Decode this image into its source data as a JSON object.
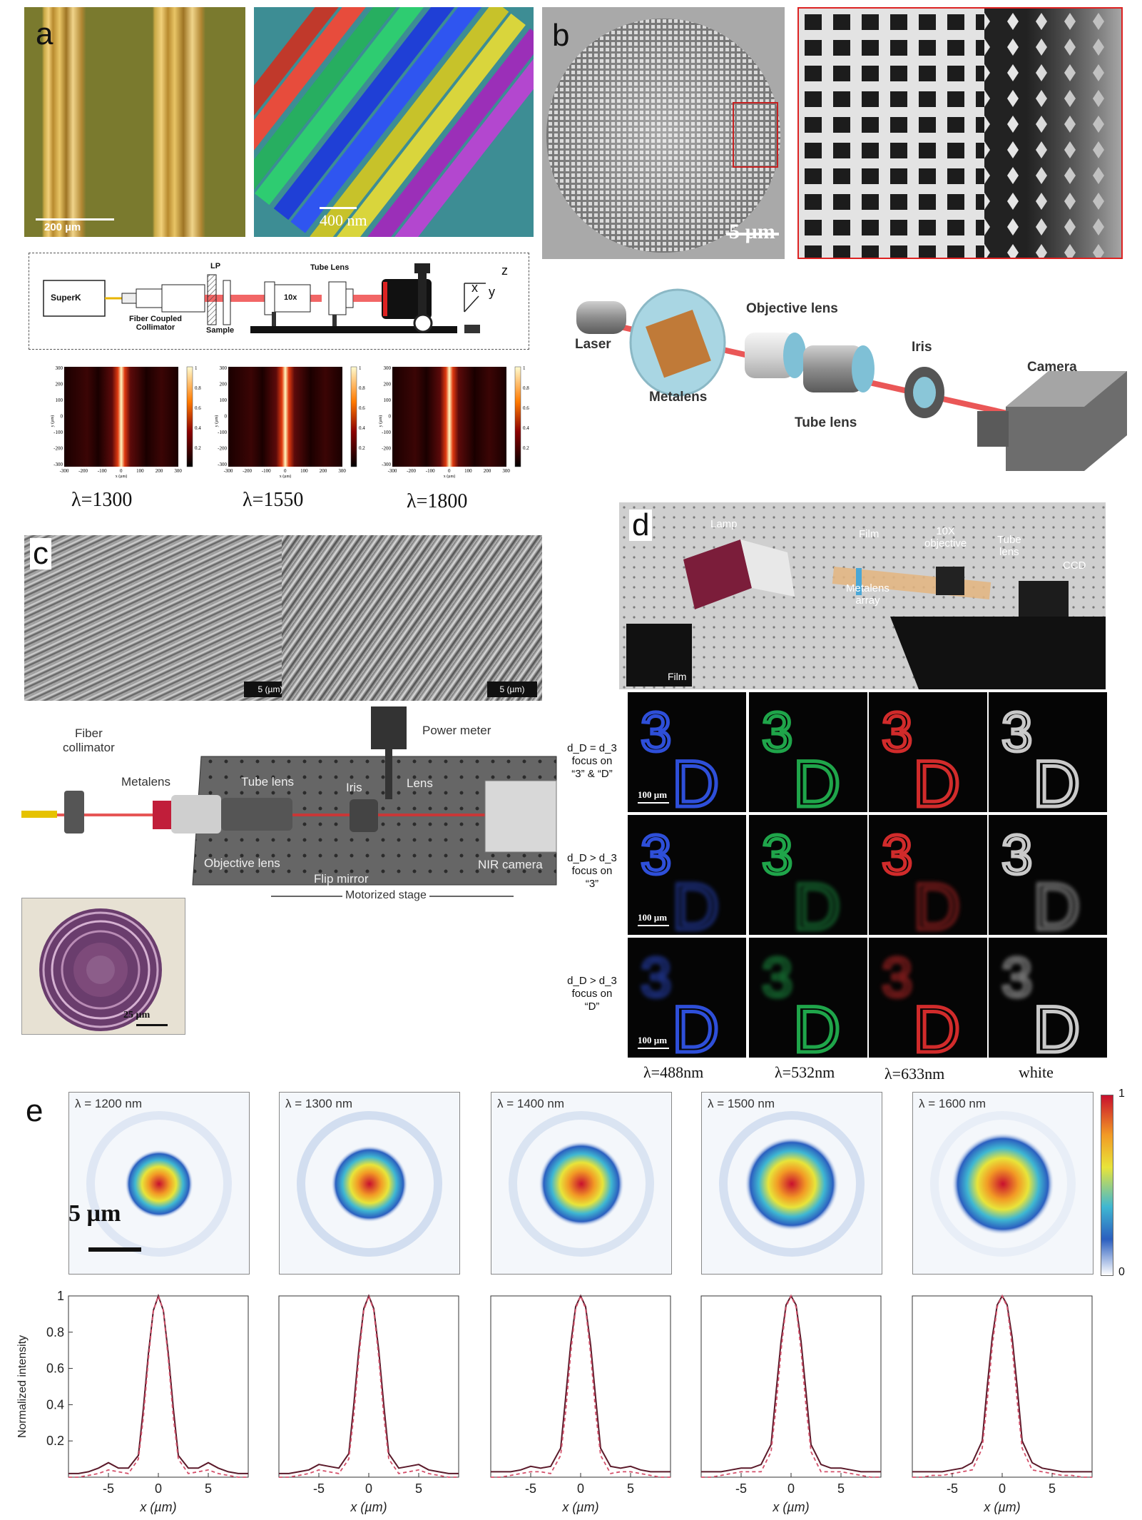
{
  "panels": {
    "a": {
      "letter": "a",
      "scale_left": "200 µm",
      "scale_right": "400 nm",
      "setup": {
        "source": "SuperK",
        "collimator": "Fiber Coupled\nCollimator",
        "lp": "LP",
        "sample": "Sample",
        "objective": "10x",
        "tube_lens": "Tube Lens",
        "axis_x": "x",
        "axis_y": "y",
        "axis_z": "z"
      },
      "maps": [
        {
          "lambda": "λ=1300"
        },
        {
          "lambda": "λ=1550"
        },
        {
          "lambda": "λ=1800"
        }
      ],
      "map_y_ticks": [
        "300",
        "200",
        "100",
        "0",
        "-100",
        "-200",
        "-300"
      ],
      "map_x_ticks": [
        "-300",
        "-200",
        "-100",
        "0",
        "100",
        "200",
        "300"
      ],
      "map_xlabel": "x (µm)",
      "map_ylabel": "y (µm)",
      "cbar_ticks": [
        "1",
        "0.8",
        "0.6",
        "0.4",
        "0.2"
      ]
    },
    "b": {
      "letter": "b",
      "scale": "5 µm",
      "setup": {
        "laser": "Laser",
        "metalens": "Metalens",
        "objective": "Objective lens",
        "tube_lens": "Tube lens",
        "iris": "Iris",
        "camera": "Camera"
      }
    },
    "c": {
      "letter": "c",
      "scale_left": "5 (µm)",
      "scale_right": "5 (µm)",
      "setup": {
        "fiber": "Fiber\ncollimator",
        "metalens": "Metalens",
        "tube_lens": "Tube lens",
        "iris": "Iris",
        "lens": "Lens",
        "power_meter": "Power meter",
        "objective": "Objective lens",
        "flip_mirror": "Flip mirror",
        "nir_camera": "NIR camera",
        "stage": "Motorized stage"
      },
      "inset_scale": "25 µm"
    },
    "d": {
      "letter": "d",
      "setup": {
        "lamp": "Lamp",
        "film": "Film",
        "objective": "10X\nobjective",
        "tube_lens": "Tube\nlens",
        "ccd": "CCD",
        "array": "Metalens\narray",
        "film_inset": "Film"
      },
      "row_labels": [
        "d_D = d_3\nfocus on\n“3” & “D”",
        "d_D > d_3\nfocus on\n“3”",
        "d_D > d_3\nfocus on\n“D”"
      ],
      "scale": "100 µm",
      "columns": [
        "λ=488nm",
        "λ=532nm",
        "λ=633nm",
        "white"
      ]
    },
    "e": {
      "letter": "e",
      "scale": "5 µm",
      "spots": [
        "λ = 1200 nm",
        "λ = 1300 nm",
        "λ = 1400 nm",
        "λ = 1500 nm",
        "λ = 1600 nm"
      ],
      "cbar_max": "1",
      "cbar_min": "0"
    }
  },
  "chart_data": {
    "type": "line",
    "xlabel": "x (µm)",
    "ylabel": "Normalized intensity",
    "xlim": [
      -9,
      9
    ],
    "ylim": [
      0,
      1
    ],
    "x_ticks": [
      "-5",
      "0",
      "5"
    ],
    "y_ticks": [
      "1",
      "0.8",
      "0.6",
      "0.4",
      "0.2"
    ],
    "x": [
      -9,
      -8,
      -7,
      -6,
      -5,
      -4,
      -3,
      -2,
      -1.5,
      -1,
      -0.5,
      0,
      0.5,
      1,
      1.5,
      2,
      3,
      4,
      5,
      6,
      7,
      8,
      9
    ],
    "panels": [
      {
        "wavelength": "λ = 1200 nm",
        "series": [
          {
            "style": "solid",
            "values": [
              0.02,
              0.02,
              0.03,
              0.05,
              0.08,
              0.05,
              0.05,
              0.12,
              0.38,
              0.68,
              0.92,
              1.0,
              0.92,
              0.68,
              0.38,
              0.12,
              0.05,
              0.05,
              0.08,
              0.05,
              0.03,
              0.02,
              0.02
            ]
          },
          {
            "style": "dashed",
            "values": [
              0.0,
              0.0,
              0.01,
              0.02,
              0.04,
              0.03,
              0.02,
              0.1,
              0.33,
              0.65,
              0.92,
              1.0,
              0.92,
              0.65,
              0.33,
              0.1,
              0.02,
              0.03,
              0.04,
              0.02,
              0.01,
              0.0,
              0.0
            ]
          }
        ]
      },
      {
        "wavelength": "λ = 1300 nm",
        "series": [
          {
            "style": "solid",
            "values": [
              0.02,
              0.02,
              0.03,
              0.04,
              0.07,
              0.06,
              0.05,
              0.13,
              0.4,
              0.7,
              0.93,
              1.0,
              0.93,
              0.7,
              0.4,
              0.13,
              0.05,
              0.06,
              0.07,
              0.04,
              0.03,
              0.02,
              0.02
            ]
          },
          {
            "style": "dashed",
            "values": [
              0.0,
              0.0,
              0.01,
              0.02,
              0.04,
              0.03,
              0.02,
              0.1,
              0.34,
              0.66,
              0.92,
              1.0,
              0.92,
              0.66,
              0.34,
              0.1,
              0.02,
              0.03,
              0.04,
              0.02,
              0.01,
              0.0,
              0.0
            ]
          }
        ]
      },
      {
        "wavelength": "λ = 1400 nm",
        "series": [
          {
            "style": "solid",
            "values": [
              0.03,
              0.03,
              0.03,
              0.04,
              0.06,
              0.05,
              0.06,
              0.16,
              0.44,
              0.73,
              0.94,
              1.0,
              0.94,
              0.73,
              0.44,
              0.16,
              0.06,
              0.05,
              0.06,
              0.04,
              0.03,
              0.03,
              0.03
            ]
          },
          {
            "style": "dashed",
            "values": [
              0.0,
              0.0,
              0.01,
              0.02,
              0.03,
              0.03,
              0.02,
              0.12,
              0.36,
              0.68,
              0.93,
              1.0,
              0.93,
              0.68,
              0.36,
              0.12,
              0.02,
              0.03,
              0.03,
              0.02,
              0.01,
              0.0,
              0.0
            ]
          }
        ]
      },
      {
        "wavelength": "λ = 1500 nm",
        "series": [
          {
            "style": "solid",
            "values": [
              0.03,
              0.03,
              0.03,
              0.04,
              0.05,
              0.05,
              0.07,
              0.18,
              0.47,
              0.75,
              0.95,
              1.0,
              0.95,
              0.75,
              0.47,
              0.18,
              0.07,
              0.05,
              0.05,
              0.04,
              0.03,
              0.03,
              0.03
            ]
          },
          {
            "style": "dashed",
            "values": [
              0.0,
              0.0,
              0.01,
              0.02,
              0.03,
              0.03,
              0.03,
              0.14,
              0.39,
              0.7,
              0.94,
              1.0,
              0.94,
              0.7,
              0.39,
              0.14,
              0.03,
              0.03,
              0.03,
              0.02,
              0.01,
              0.0,
              0.0
            ]
          }
        ]
      },
      {
        "wavelength": "λ = 1600 nm",
        "series": [
          {
            "style": "solid",
            "values": [
              0.03,
              0.03,
              0.03,
              0.03,
              0.04,
              0.05,
              0.08,
              0.2,
              0.5,
              0.77,
              0.95,
              1.0,
              0.95,
              0.77,
              0.5,
              0.2,
              0.08,
              0.05,
              0.04,
              0.03,
              0.03,
              0.03,
              0.03
            ]
          },
          {
            "style": "dashed",
            "values": [
              0.0,
              0.0,
              0.01,
              0.01,
              0.02,
              0.03,
              0.04,
              0.16,
              0.42,
              0.72,
              0.94,
              1.0,
              0.94,
              0.72,
              0.42,
              0.16,
              0.04,
              0.03,
              0.02,
              0.01,
              0.01,
              0.0,
              0.0
            ]
          }
        ]
      }
    ]
  }
}
